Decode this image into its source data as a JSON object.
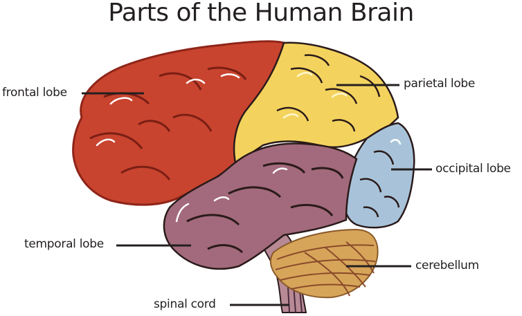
{
  "title": "Parts of the Human Brain",
  "labels": {
    "frontal": "frontal lobe",
    "parietal": "parietal lobe",
    "occipital": "occipital lobe",
    "temporal": "temporal lobe",
    "cerebellum": "cerebellum",
    "spinal": "spinal cord"
  },
  "colors": {
    "frontal": "#c8442f",
    "frontal_dark": "#8e2418",
    "parietal": "#f3d35e",
    "occipital": "#a8c3d9",
    "temporal": "#a26a7c",
    "cerebellum": "#d6a55a",
    "spinal": "#b78a96",
    "fold": "#2a1a1a",
    "text": "#231f20"
  }
}
